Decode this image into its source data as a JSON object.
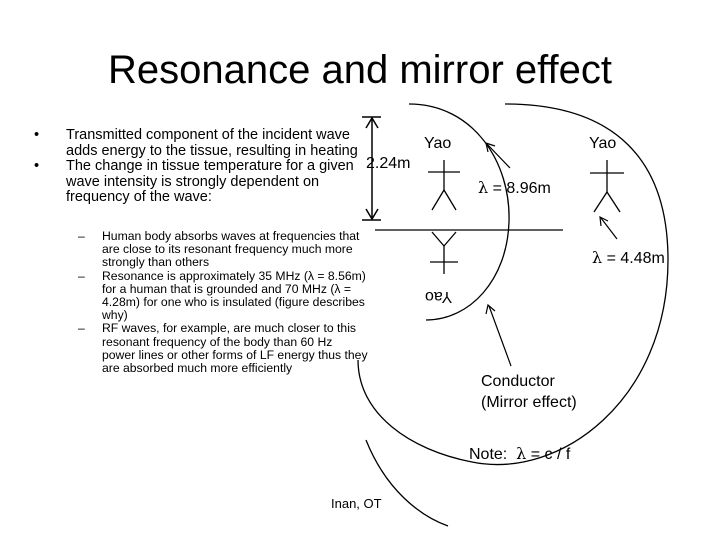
{
  "title": "Resonance and mirror effect",
  "bullets": [
    "Transmitted component of the incident wave adds energy to the tissue, resulting in heating",
    "The change in tissue temperature for a given wave intensity is strongly dependent on frequency of the wave:"
  ],
  "sub_bullets": [
    "Human body absorbs waves at frequencies that are close to its resonant frequency much more strongly than others",
    "Resonance is approximately 35 MHz (λ = 8.56m) for a human that is grounded and 70 MHz (λ = 4.28m) for one who is insulated (figure describes why)",
    "RF waves, for example, are much closer to this resonant frequency of the body than 60 Hz power lines or other forms of LF energy thus they are absorbed much more efficiently"
  ],
  "diagram": {
    "height_label": "2.24m",
    "figure_label": "Yao",
    "lambda_symbol": "λ",
    "lambda_1_value": " = 8.96m",
    "lambda_2_value": " = 4.48m",
    "conductor_line1": "Conductor",
    "conductor_line2": "(Mirror effect)",
    "note_prefix": "Note:  ",
    "note_formula": " = c / f",
    "author": "Inan, OT"
  }
}
